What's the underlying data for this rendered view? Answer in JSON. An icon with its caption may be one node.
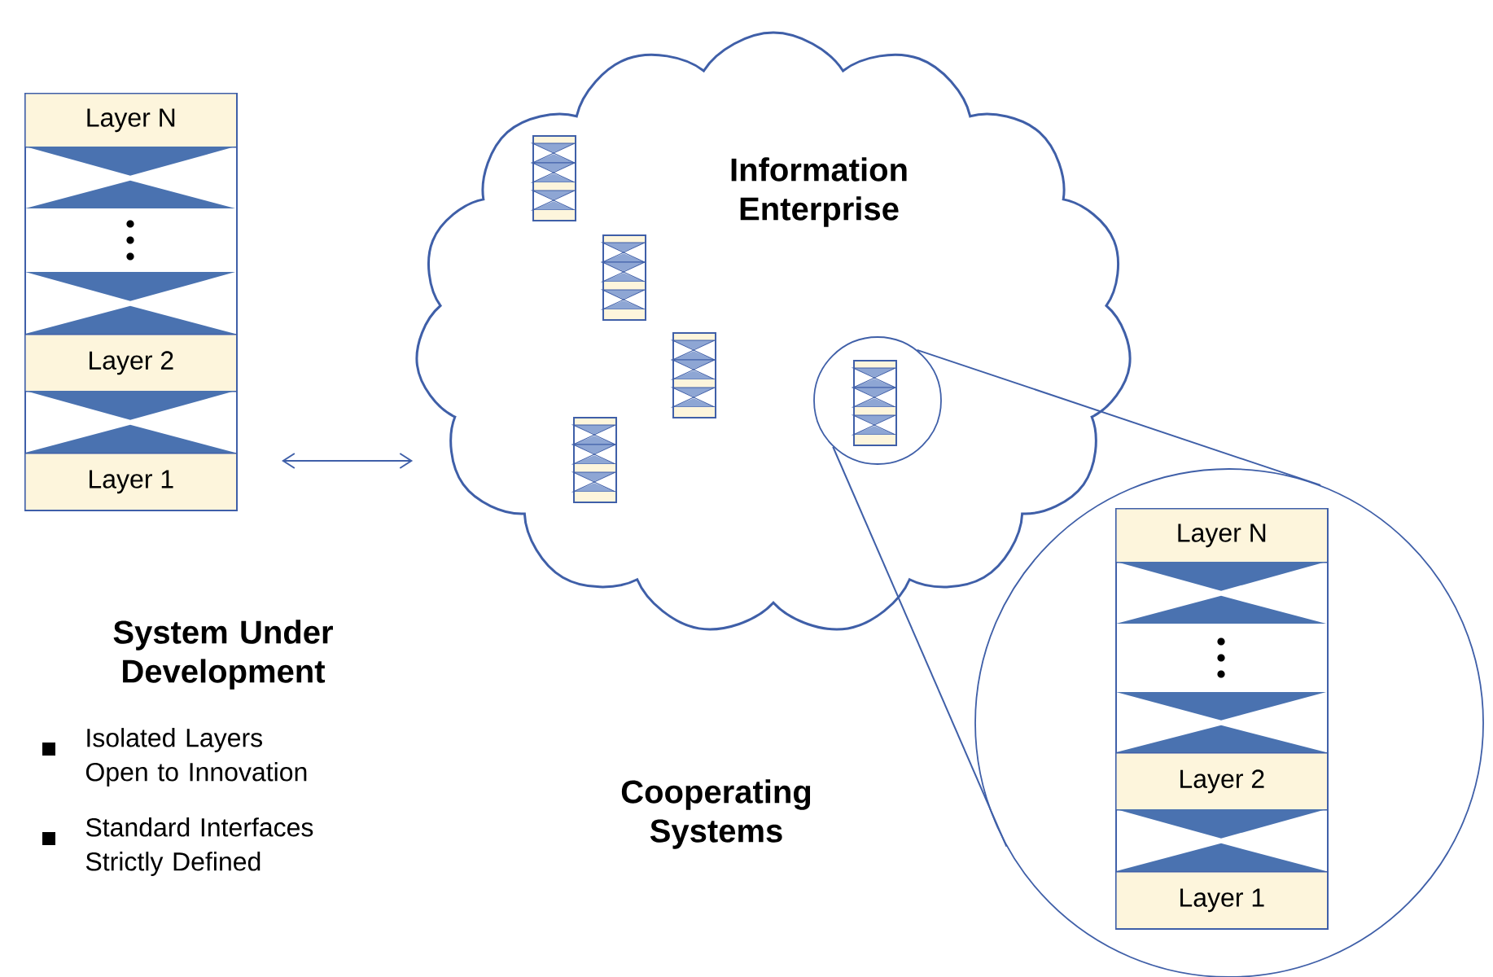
{
  "diagram": {
    "nodes": [
      {
        "text": [],
        "shape": "box"
      },
      {
        "text": [
          "Layer N"
        ],
        "in": 0
      },
      {
        "text": [
          "Layer 2"
        ],
        "in": 0
      },
      {
        "text": [
          "Layer 1"
        ],
        "in": 0
      },
      {
        "text": [
          "Information Enterprise"
        ]
      },
      {
        "text": [],
        "shape": "box",
        "in": 4
      },
      {
        "text": [],
        "shape": "box",
        "in": 4
      },
      {
        "text": [],
        "shape": "box",
        "in": 4
      },
      {
        "text": [],
        "shape": "box",
        "in": 4
      },
      {
        "text": [],
        "shape": "circle",
        "in": 4
      },
      {
        "text": [],
        "shape": "box",
        "in": 9
      },
      {
        "text": [],
        "shape": "circle"
      },
      {
        "text": [],
        "shape": "box",
        "in": 11
      },
      {
        "text": [
          "Layer N"
        ],
        "in": 12
      },
      {
        "text": [
          "Layer 2"
        ],
        "in": 12
      },
      {
        "text": [
          "Layer 1"
        ],
        "in": 12
      }
    ],
    "edges": [
      {
        "from": 0,
        "to": 4,
        "arrow": "both"
      },
      {
        "from": 9,
        "to": 11,
        "arrow": "none"
      },
      {
        "from": 9,
        "to": 11,
        "arrow": "none"
      }
    ],
    "labels": [
      "System Under Development",
      "Isolated Layers Open to Innovation",
      "Standard Interfaces Strictly Defined",
      "Cooperating Systems"
    ]
  }
}
